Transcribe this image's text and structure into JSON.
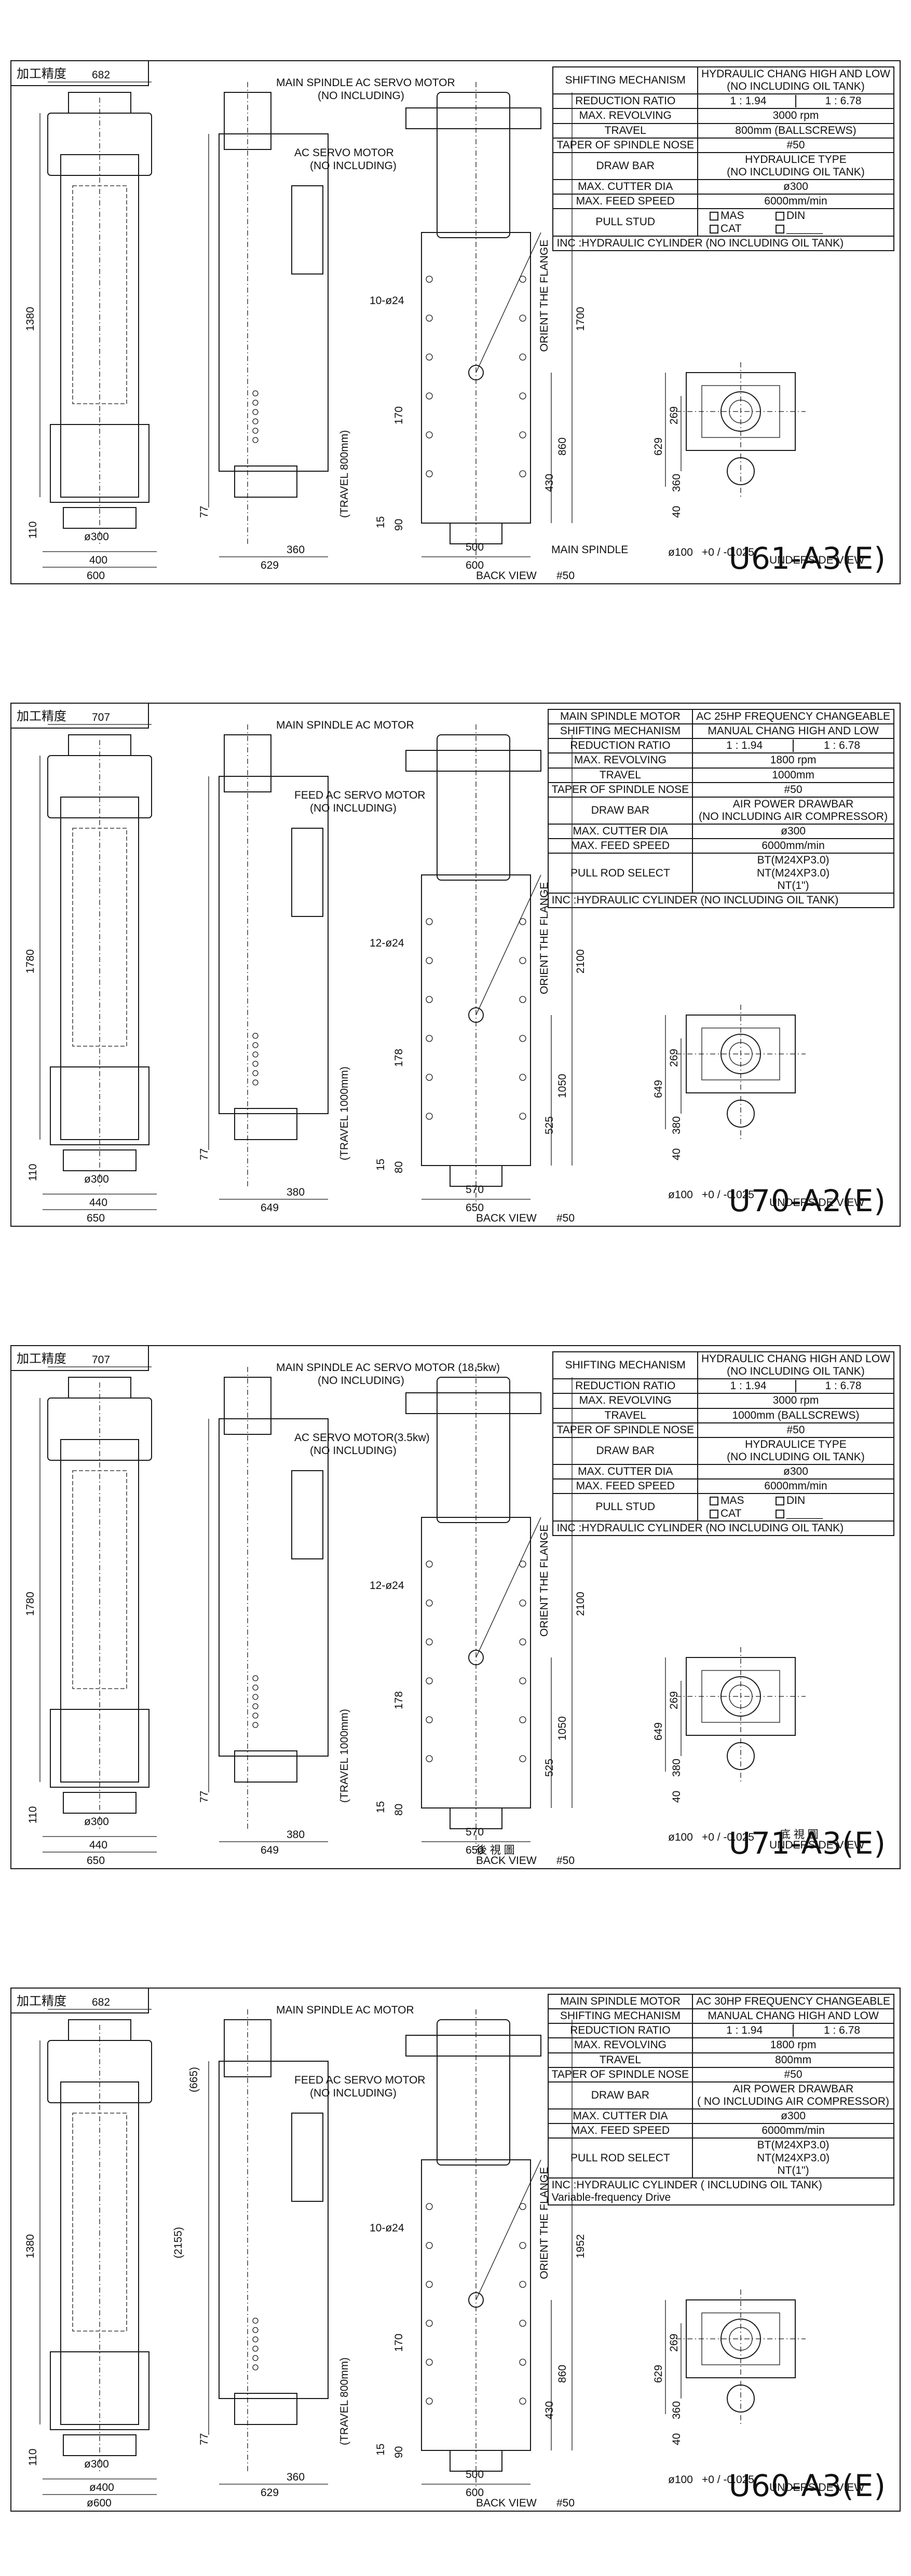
{
  "colors": {
    "line": "#1a1a1a",
    "paper": "#ffffff"
  },
  "sheets": [
    {
      "tag": "加工精度",
      "model": "U61-A3(E)",
      "labels": {
        "main_motor": "MAIN SPINDLE AC SERVO MOTOR",
        "main_motor_note": "(NO INCLUDING)",
        "servo_motor": "AC SERVO MOTOR",
        "servo_motor_note": "(NO INCLUDING)",
        "orient": "ORIENT THE FLANGE",
        "holes": "10-ø24",
        "travel": "(TRAVEL 800mm)",
        "main_spindle": "MAIN SPINDLE",
        "back_view": "BACK VIEW",
        "underside_view": "UNDERSIDE VIEW",
        "nose": "#50",
        "dia": "ø100",
        "tol": "+0 / -0.025"
      },
      "dims": {
        "w_top": "682",
        "h_main": "1380",
        "d300": "ø300",
        "w400": "400",
        "w600": "600",
        "h110": "110",
        "h77": "77",
        "w360": "360",
        "w629": "629",
        "h15": "15",
        "h90": "90",
        "pitch": "170",
        "h430": "430",
        "h860": "860",
        "h1700": "1700",
        "w500": "500",
        "w600b": "600",
        "u269": "269",
        "u360": "360",
        "u629": "629",
        "u40": "40"
      },
      "spec": [
        {
          "label": "SHIFTING MECHANISM",
          "value": [
            "HYDRAULIC CHANG HIGH AND LOW",
            "(NO INCLUDING OIL TANK)"
          ]
        },
        {
          "label": "REDUCTION RATIO",
          "ratio": [
            "1 : 1.94",
            "1 : 6.78"
          ]
        },
        {
          "label": "MAX. REVOLVING",
          "value": [
            "3000 rpm"
          ]
        },
        {
          "label": "TRAVEL",
          "value": [
            "800mm (BALLSCREWS)"
          ]
        },
        {
          "label": "TAPER OF SPINDLE NOSE",
          "value": [
            "#50"
          ]
        },
        {
          "label": "DRAW BAR",
          "value": [
            "HYDRAULICE TYPE",
            "(NO INCLUDING OIL TANK)"
          ]
        },
        {
          "label": "MAX. CUTTER DIA",
          "value": [
            "ø300"
          ]
        },
        {
          "label": "MAX. FEED SPEED",
          "value": [
            "6000mm/min"
          ]
        },
        {
          "label": "PULL STUD",
          "checks": [
            [
              "MAS",
              "DIN"
            ],
            [
              "CAT",
              "______"
            ]
          ]
        },
        {
          "full": "INC :HYDRAULIC CYLINDER (NO INCLUDING OIL TANK)"
        }
      ]
    },
    {
      "tag": "加工精度",
      "model": "U70-A2(E)",
      "labels": {
        "main_motor": "MAIN SPINDLE AC MOTOR",
        "main_motor_note": "",
        "servo_motor": "FEED AC SERVO MOTOR",
        "servo_motor_note": "(NO INCLUDING)",
        "orient": "ORIENT THE FLANGE",
        "holes": "12-ø24",
        "travel": "(TRAVEL 1000mm)",
        "main_spindle": "",
        "back_view": "BACK VIEW",
        "underside_view": "UNDERSIDE VIEW",
        "nose": "#50",
        "dia": "ø100",
        "tol": "+0 / -0.025"
      },
      "dims": {
        "w_top": "707",
        "h_main": "1780",
        "d300": "ø300",
        "w400": "440",
        "w600": "650",
        "h110": "110",
        "h77": "77",
        "w360": "380",
        "w629": "649",
        "h15": "15",
        "h90": "80",
        "pitch": "178",
        "h430": "525",
        "h860": "1050",
        "h1700": "2100",
        "w500": "570",
        "w600b": "650",
        "u269": "269",
        "u360": "380",
        "u629": "649",
        "u40": "40"
      },
      "spec": [
        {
          "label": "MAIN SPINDLE MOTOR",
          "value": [
            "AC 25HP FREQUENCY CHANGEABLE"
          ]
        },
        {
          "label": "SHIFTING MECHANISM",
          "value": [
            "MANUAL CHANG HIGH AND LOW"
          ]
        },
        {
          "label": "REDUCTION RATIO",
          "ratio": [
            "1 : 1.94",
            "1 : 6.78"
          ]
        },
        {
          "label": "MAX. REVOLVING",
          "value": [
            "1800 rpm"
          ]
        },
        {
          "label": "TRAVEL",
          "value": [
            "1000mm"
          ]
        },
        {
          "label": "TAPER OF SPINDLE NOSE",
          "value": [
            "#50"
          ]
        },
        {
          "label": "DRAW BAR",
          "value": [
            "AIR POWER DRAWBAR",
            "(NO INCLUDING AIR COMPRESSOR)"
          ]
        },
        {
          "label": "MAX. CUTTER DIA",
          "value": [
            "ø300"
          ]
        },
        {
          "label": "MAX. FEED SPEED",
          "value": [
            "6000mm/min"
          ]
        },
        {
          "label": "PULL ROD SELECT",
          "value": [
            "BT(M24XP3.0)",
            "NT(M24XP3.0)",
            "NT(1\")"
          ]
        },
        {
          "full": "INC :HYDRAULIC CYLINDER (NO INCLUDING OIL TANK)"
        }
      ]
    },
    {
      "tag": "加工精度",
      "model": "U71-A3(E)",
      "labels": {
        "main_motor": "MAIN SPINDLE AC SERVO MOTOR (18.5kw)",
        "main_motor_note": "(NO INCLUDING)",
        "servo_motor": "AC SERVO MOTOR(3.5kw)",
        "servo_motor_note": "(NO INCLUDING)",
        "orient": "ORIENT THE FLANGE",
        "holes": "12-ø24",
        "travel": "(TRAVEL 1000mm)",
        "main_spindle": "",
        "back_view": "BACK VIEW",
        "back_view_cn": "後 視 圖",
        "underside_view": "UNDERSIDE VIEW",
        "underside_cn": "底 視 圖",
        "nose": "#50",
        "dia": "ø100",
        "tol": "+0 / -0.025"
      },
      "dims": {
        "w_top": "707",
        "h_main": "1780",
        "d300": "ø300",
        "w400": "440",
        "w600": "650",
        "h110": "110",
        "h77": "77",
        "w360": "380",
        "w629": "649",
        "h15": "15",
        "h90": "80",
        "pitch": "178",
        "h430": "525",
        "h860": "1050",
        "h1700": "2100",
        "w500": "570",
        "w600b": "650",
        "u269": "269",
        "u360": "380",
        "u629": "649",
        "u40": "40"
      },
      "spec": [
        {
          "label": "SHIFTING MECHANISM",
          "value": [
            "HYDRAULIC CHANG HIGH AND LOW",
            "(NO INCLUDING OIL TANK)"
          ]
        },
        {
          "label": "REDUCTION RATIO",
          "ratio": [
            "1 : 1.94",
            "1 : 6.78"
          ]
        },
        {
          "label": "MAX. REVOLVING",
          "value": [
            "3000 rpm"
          ]
        },
        {
          "label": "TRAVEL",
          "value": [
            "1000mm (BALLSCREWS)"
          ]
        },
        {
          "label": "TAPER OF SPINDLE NOSE",
          "value": [
            "#50"
          ]
        },
        {
          "label": "DRAW BAR",
          "value": [
            "HYDRAULICE TYPE",
            "(NO INCLUDING OIL TANK)"
          ]
        },
        {
          "label": "MAX. CUTTER DIA",
          "value": [
            "ø300"
          ]
        },
        {
          "label": "MAX. FEED SPEED",
          "value": [
            "6000mm/min"
          ]
        },
        {
          "label": "PULL STUD",
          "checks": [
            [
              "MAS",
              "DIN"
            ],
            [
              "CAT",
              "______"
            ]
          ]
        },
        {
          "full": "INC :HYDRAULIC CYLINDER (NO INCLUDING OIL TANK)"
        }
      ]
    },
    {
      "tag": "加工精度",
      "model": "U60-A3(E)",
      "labels": {
        "main_motor": "MAIN SPINDLE AC MOTOR",
        "main_motor_note": "",
        "servo_motor": "FEED AC SERVO MOTOR",
        "servo_motor_note": "(NO INCLUDING)",
        "orient": "ORIENT THE FLANGE",
        "holes": "10-ø24",
        "travel": "(TRAVEL 800mm)",
        "main_spindle": "",
        "back_view": "BACK VIEW",
        "underside_view": "UNDERSIDE VIEW",
        "nose": "#50",
        "dia": "ø100",
        "tol": "+0 / -0.025"
      },
      "dims": {
        "w_top": "682",
        "h_main": "1380",
        "d300": "ø300",
        "w400": "ø400",
        "w600": "ø600",
        "h110": "110",
        "h77": "77",
        "w360": "360",
        "w629": "629",
        "h15": "15",
        "h90": "90",
        "pitch": "170",
        "h430": "430",
        "h860": "860",
        "h1700": "1952",
        "h665": "(665)",
        "h2155": "(2155)",
        "w500": "500",
        "w600b": "600",
        "u269": "269",
        "u360": "360",
        "u629": "629",
        "u40": "40"
      },
      "spec": [
        {
          "label": "MAIN SPINDLE MOTOR",
          "value": [
            "AC 30HP FREQUENCY CHANGEABLE"
          ]
        },
        {
          "label": "SHIFTING MECHANISM",
          "value": [
            "MANUAL CHANG HIGH AND LOW"
          ]
        },
        {
          "label": "REDUCTION RATIO",
          "ratio": [
            "1 : 1.94",
            "1 : 6.78"
          ]
        },
        {
          "label": "MAX. REVOLVING",
          "value": [
            "1800 rpm"
          ]
        },
        {
          "label": "TRAVEL",
          "value": [
            "800mm"
          ]
        },
        {
          "label": "TAPER OF SPINDLE NOSE",
          "value": [
            "#50"
          ]
        },
        {
          "label": "DRAW BAR",
          "value": [
            "AIR POWER DRAWBAR",
            "( NO INCLUDING AIR COMPRESSOR)"
          ]
        },
        {
          "label": "MAX. CUTTER DIA",
          "value": [
            "ø300"
          ]
        },
        {
          "label": "MAX. FEED SPEED",
          "value": [
            "6000mm/min"
          ]
        },
        {
          "label": "PULL ROD SELECT",
          "value": [
            "BT(M24XP3.0)",
            "NT(M24XP3.0)",
            "NT(1\")"
          ]
        },
        {
          "full": "INC :HYDRAULIC CYLINDER ( INCLUDING OIL TANK)",
          "full2": "Variable-frequency Drive"
        }
      ]
    }
  ]
}
